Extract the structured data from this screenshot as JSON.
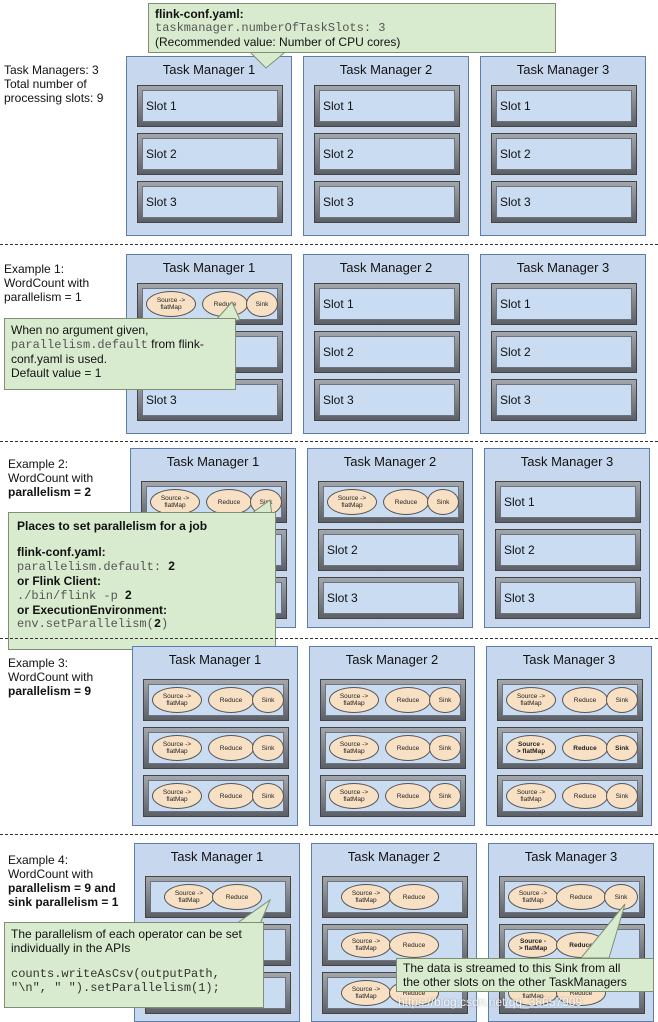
{
  "config_note": {
    "title": "flink-conf.yaml:",
    "code": "taskmanager.numberOfTaskSlots: 3",
    "recommendation": "(Recommended value: Number of CPU cores)"
  },
  "labels": {
    "tm_names": [
      "Task Manager 1",
      "Task Manager 2",
      "Task Manager 3"
    ],
    "slot_names": [
      "Slot 1",
      "Slot 2",
      "Slot 3"
    ],
    "ops": {
      "source_flatmap": "Source -> flatMap",
      "source_flatmap_split": [
        "Source -",
        "> flatMap"
      ],
      "reduce": "Reduce",
      "sink": "Sink"
    }
  },
  "section_0": {
    "lines": [
      "Task Managers: 3",
      "Total number of",
      "processing slots: 9"
    ]
  },
  "section_1": {
    "lines": [
      "Example 1:",
      "WordCount with",
      "parallelism = 1"
    ]
  },
  "section_2": {
    "lines": [
      "Example 2:",
      "WordCount with"
    ],
    "bold_line": "parallelism = 2"
  },
  "section_3": {
    "lines": [
      "Example 3:",
      "WordCount with"
    ],
    "bold_line": "parallelism = 9"
  },
  "section_4": {
    "lines": [
      "Example 4:",
      "WordCount with"
    ],
    "bold_lines": [
      "parallelism = 9 and",
      "sink parallelism = 1"
    ]
  },
  "note_default": {
    "line1": "When no argument given,",
    "code": "parallelism.default",
    "line2_rest": " from flink-",
    "line3": "conf.yaml is used.",
    "line4": "Default value = 1"
  },
  "note_places": {
    "title": "Places to set parallelism for a job",
    "h1": "flink-conf.yaml:",
    "c1": "parallelism.default: ",
    "v": "2",
    "h2": "or Flink Client:",
    "c2": "./bin/flink -p ",
    "h3": "or ExecutionEnvironment:",
    "c3_pre": "env.setParallelism(",
    "c3_post": ")"
  },
  "note_operator": {
    "line1": "The parallelism of each operator can be set",
    "line2": "individually in the APIs",
    "code1": "counts.writeAsCsv(outputPath,",
    "code2": "\"\\n\", \" \").setParallelism(1);"
  },
  "note_sink": {
    "line1": "The data is streamed to this Sink from all",
    "line2": "the other slots on the other TaskManagers"
  },
  "watermark": "https://blog.csdn.net/qq_38657909"
}
